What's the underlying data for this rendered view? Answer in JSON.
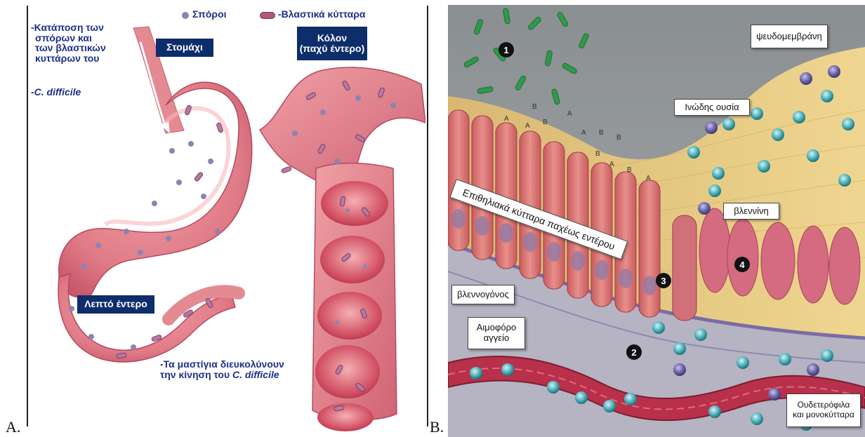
{
  "panel_a": {
    "letter": "A.",
    "intro_text": [
      "-Κατάποση των",
      "σπόρων και",
      "των βλαστικών",
      "κυττάρων του"
    ],
    "species_text": "-C. difficile",
    "legend": {
      "spores": "Σπόροι",
      "vegetative": "Βλαστικά κύτταρα"
    },
    "stomach_label": "Στομάχι",
    "colon_label": [
      "Κόλον",
      "(παχύ έντερο)"
    ],
    "small_intestine_label": "Λεπτό έντερο",
    "flagella_text": [
      "Τα μαστίγια διευκολύνουν",
      "την κίνηση του",
      "C. difficile"
    ]
  },
  "panel_b": {
    "letter": "B.",
    "labels": {
      "pseudomembrane": "ψευδομεμβράνη",
      "fibrinous": "Ινώδης ουσία",
      "epithelial": "Επιθηλιακά κύτταρα παχέως εντέρου",
      "mucin": "βλεννίνη",
      "mucosa": "βλεννογόνος",
      "blood_vessel": [
        "Αιμοφόρο",
        "αγγείο"
      ],
      "neutrophils": [
        "Ουδετερόφιλα",
        "και μονοκύτταρα"
      ]
    },
    "numbers": [
      "1",
      "2",
      "3",
      "4"
    ],
    "toxin_letters": [
      "A",
      "B"
    ]
  },
  "colors": {
    "navy": "#0d2d6b",
    "text_blue": "#1d2f8a",
    "tissue_pink": "#e07a86",
    "bacteria_green": "#2f9a4a",
    "yellow_matrix": "#e9cf86"
  }
}
